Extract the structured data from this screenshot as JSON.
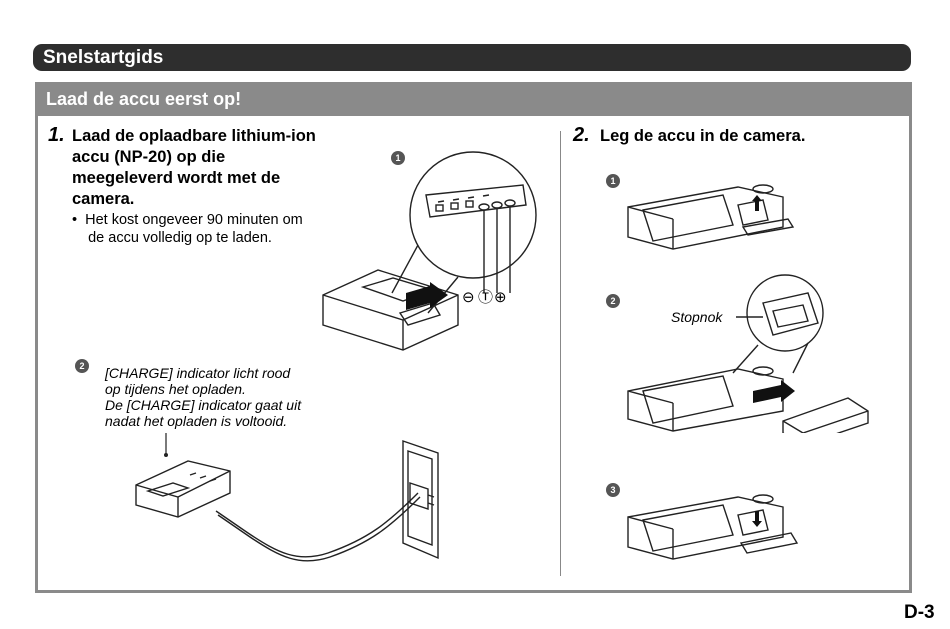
{
  "header": {
    "title": "Snelstartgids"
  },
  "panel": {
    "title": "Laad de accu eerst op!"
  },
  "left": {
    "step_number": "1.",
    "step_lines": [
      "Laad de oplaadbare lithium-ion",
      "accu (NP-20) op die",
      "meegeleverd wordt met de",
      "camera."
    ],
    "bullet_lines": [
      "•  Het kost ongeveer 90 minuten om",
      "    de accu volledig op te laden."
    ],
    "callout_1": "1",
    "callout_2": "2",
    "note_lines": [
      "[CHARGE] indicator licht rood",
      "op tijdens het opladen.",
      "De [CHARGE] indicator gaat uit",
      "nadat het opladen is voltooid."
    ],
    "terminal_labels": [
      "⊖",
      "Ⓣ",
      "⊕"
    ]
  },
  "right": {
    "step_number": "2.",
    "step_text": "Leg de accu in de camera.",
    "callout_1": "1",
    "callout_2": "2",
    "callout_3": "3",
    "stopnok_label": "Stopnok"
  },
  "footer": {
    "page_number": "D-3"
  },
  "colors": {
    "header_bar": "#2e2e2e",
    "panel_gray": "#8a8a8a"
  }
}
